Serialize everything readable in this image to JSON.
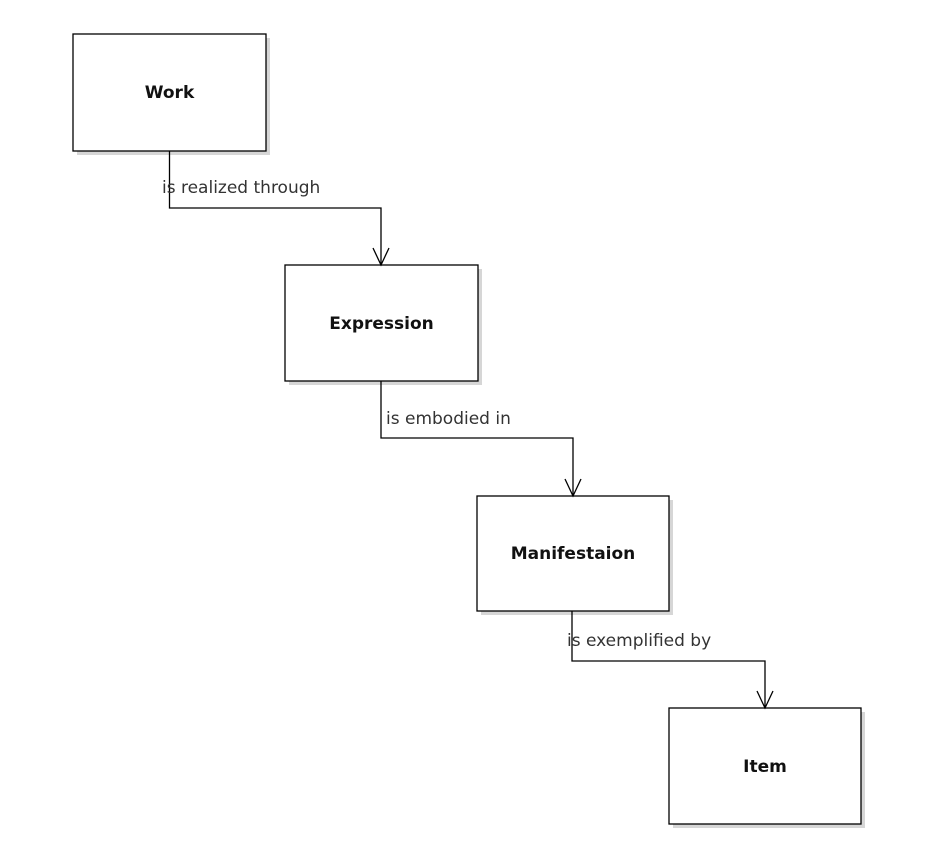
{
  "nodes": {
    "work": "Work",
    "expression": "Expression",
    "manifestation": "Manifestaion",
    "item": "Item"
  },
  "relationships": {
    "work_to_expression": "is realized through",
    "expression_to_manifestation": "is embodied in",
    "manifestation_to_item": "is exemplified by"
  }
}
